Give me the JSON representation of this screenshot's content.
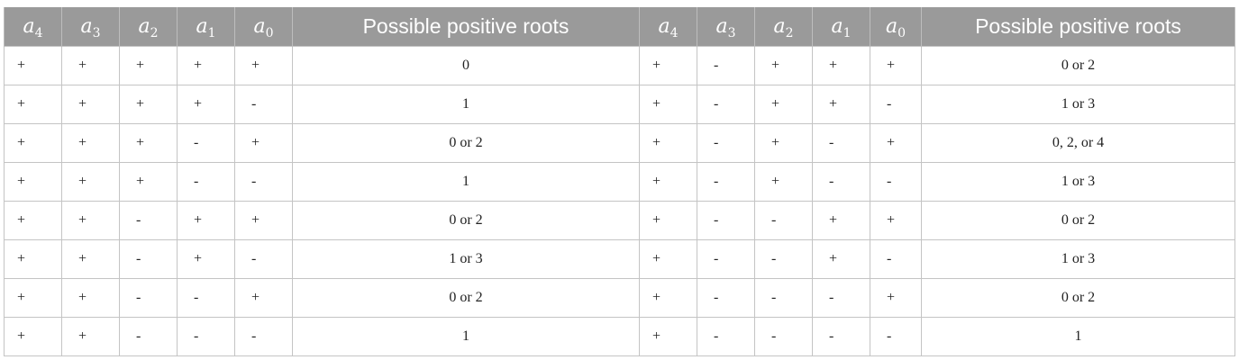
{
  "colors": {
    "header_bg": "#9a9a9a",
    "header_text": "#ffffff",
    "grid": "#c4c4c4"
  },
  "table": {
    "headers": [
      {
        "symbol": "a",
        "subscript": "4"
      },
      {
        "symbol": "a",
        "subscript": "3"
      },
      {
        "symbol": "a",
        "subscript": "2"
      },
      {
        "symbol": "a",
        "subscript": "1"
      },
      {
        "symbol": "a",
        "subscript": "0"
      },
      {
        "label": "Possible positive roots"
      },
      {
        "symbol": "a",
        "subscript": "4"
      },
      {
        "symbol": "a",
        "subscript": "3"
      },
      {
        "symbol": "a",
        "subscript": "2"
      },
      {
        "symbol": "a",
        "subscript": "1"
      },
      {
        "symbol": "a",
        "subscript": "0"
      },
      {
        "label": "Possible positive roots"
      }
    ],
    "rows": [
      [
        "+",
        "+",
        "+",
        "+",
        "+",
        "0",
        "+",
        "-",
        "+",
        "+",
        "+",
        "0 or 2"
      ],
      [
        "+",
        "+",
        "+",
        "+",
        "-",
        "1",
        "+",
        "-",
        "+",
        "+",
        "-",
        "1 or 3"
      ],
      [
        "+",
        "+",
        "+",
        "-",
        "+",
        "0 or 2",
        "+",
        "-",
        "+",
        "-",
        "+",
        "0, 2, or 4"
      ],
      [
        "+",
        "+",
        "+",
        "-",
        "-",
        "1",
        "+",
        "-",
        "+",
        "-",
        "-",
        "1 or 3"
      ],
      [
        "+",
        "+",
        "-",
        "+",
        "+",
        "0 or 2",
        "+",
        "-",
        "-",
        "+",
        "+",
        "0 or 2"
      ],
      [
        "+",
        "+",
        "-",
        "+",
        "-",
        "1 or 3",
        "+",
        "-",
        "-",
        "+",
        "-",
        "1 or 3"
      ],
      [
        "+",
        "+",
        "-",
        "-",
        "+",
        "0 or 2",
        "+",
        "-",
        "-",
        "-",
        "+",
        "0 or 2"
      ],
      [
        "+",
        "+",
        "-",
        "-",
        "-",
        "1",
        "+",
        "-",
        "-",
        "-",
        "-",
        "1"
      ]
    ]
  }
}
